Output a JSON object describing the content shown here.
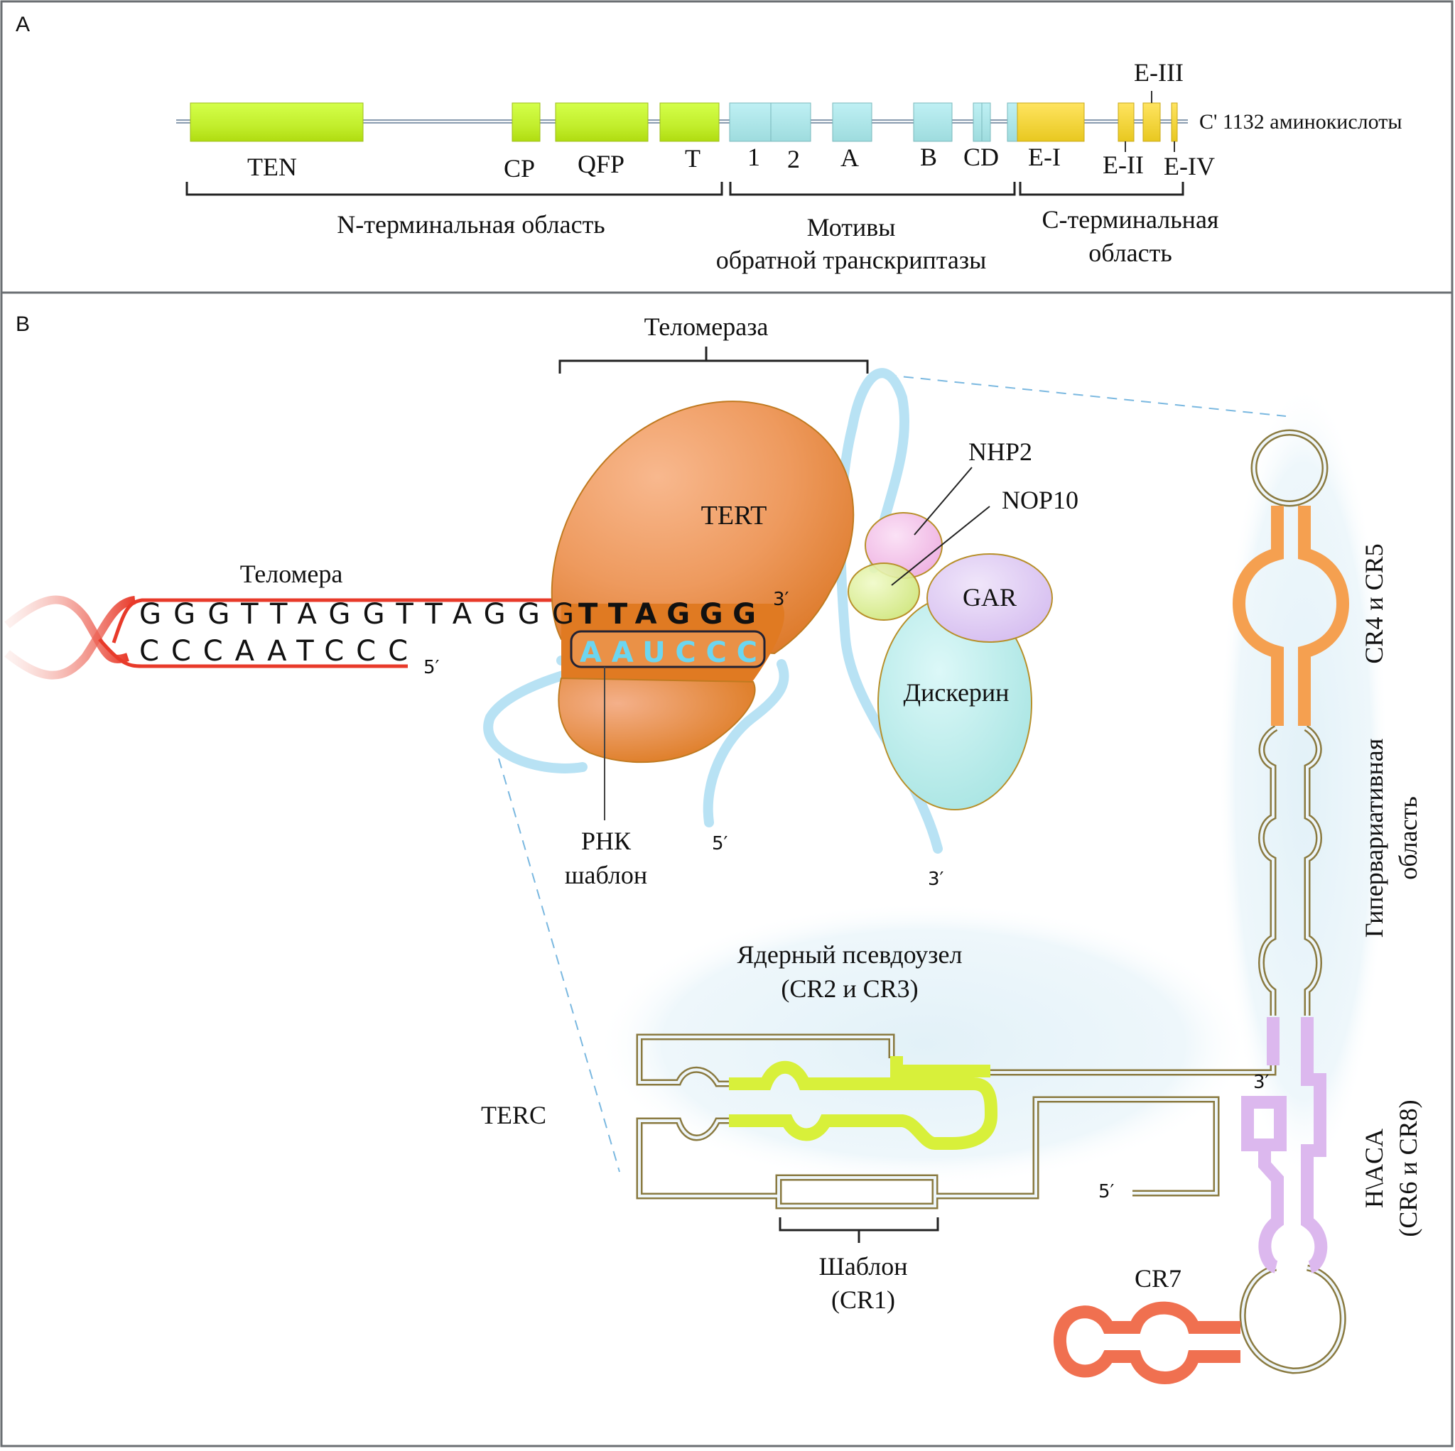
{
  "panel_a": {
    "letter": "A",
    "domains": [
      {
        "label": "TEN",
        "group": "n"
      },
      {
        "label": "CP",
        "group": "n"
      },
      {
        "label": "QFP",
        "group": "n"
      },
      {
        "label": "T",
        "group": "n"
      },
      {
        "label": "1",
        "group": "rt"
      },
      {
        "label": "2",
        "group": "rt"
      },
      {
        "label": "A",
        "group": "rt"
      },
      {
        "label": "B",
        "group": "rt"
      },
      {
        "label": "CD",
        "group": "rt"
      },
      {
        "label": "E-I",
        "group": "c"
      },
      {
        "label": "E-II",
        "group": "c"
      },
      {
        "label": "E-III",
        "group": "c"
      },
      {
        "label": "E-IV",
        "group": "c"
      }
    ],
    "c_terminus_label": "C' 1132 аминокислоты",
    "regions": {
      "n_terminal": "N-терминальная область",
      "rt_motifs_line1": "Мотивы",
      "rt_motifs_line2": "обратной транскриптазы",
      "c_terminal_line1": "С-терминальная",
      "c_terminal_line2": "область"
    },
    "colors": {
      "n_terminal": "#c8f03a",
      "rt_motifs": "#a8e4e8",
      "c_terminal": "#f5d63a"
    }
  },
  "panel_b": {
    "letter": "B",
    "telomerase_label": "Теломераза",
    "telomere_label": "Теломера",
    "top_strand": {
      "plain": "GGGTTAGGTTAGGG",
      "bold": "TTAGGG",
      "end_label": "3′"
    },
    "bottom_strand": {
      "plain": "CCCAATCCC",
      "end_label": "5′"
    },
    "rna_template_seq": "AAUCCC",
    "rna_template_label_line1": "РНК",
    "rna_template_label_line2": "шаблон",
    "proteins": {
      "tert": "TERT",
      "nhp2": "NHP2",
      "nop10": "NOP10",
      "gar": "GAR",
      "dyskerin": "Дискерин"
    },
    "rna_5prime": "5′",
    "rna_3prime": "3′",
    "terc": {
      "label": "TERC",
      "pseudoknot_line1": "Ядерный псевдоузел",
      "pseudoknot_line2": "(CR2 и CR3)",
      "template_line1": "Шаблон",
      "template_line2": "(CR1)",
      "cr4_cr5": "CR4 и CR5",
      "hypervariable_line1": "Гипервариативная",
      "hypervariable_line2": "область",
      "haca_line1": "H\\ACA",
      "haca_line2": "(CR6 и CR8)",
      "cr7": "CR7",
      "end_3prime": "3′",
      "end_5prime": "5′"
    },
    "colors": {
      "tert": "#e8894a",
      "nhp2": "#f4c2ec",
      "nop10": "#d6ea8a",
      "gar": "#dcc8f0",
      "dyskerin": "#bdeeec",
      "rna": "#b8e2f4",
      "telomere_dna": "#e83a2a",
      "pseudoknot": "#d8f03a",
      "cr4_cr5": "#f5a050",
      "haca": "#dcb8ee",
      "cr7": "#f07050"
    }
  }
}
